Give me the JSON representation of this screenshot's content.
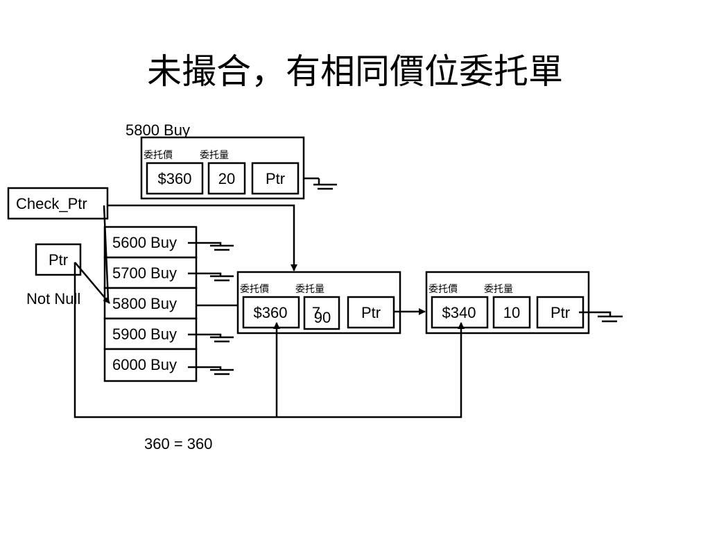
{
  "title": "未撮合，有相同價位委托單",
  "top_node": {
    "caption": "5800 Buy",
    "header_price": "委托價",
    "header_qty": "委托量",
    "price": "$360",
    "qty": "20",
    "ptr": "Ptr"
  },
  "check_ptr": "Check_Ptr",
  "ptr_box": "Ptr",
  "not_null": "Not Null",
  "buy_list": [
    "5600 Buy",
    "5700 Buy",
    "5800 Buy",
    "5900 Buy",
    "6000 Buy"
  ],
  "node1": {
    "header_price": "委托價",
    "header_qty": "委托量",
    "price": "$360",
    "qty_old": "7",
    "qty_new": "90",
    "ptr": "Ptr"
  },
  "node2": {
    "header_price": "委托價",
    "header_qty": "委托量",
    "price": "$340",
    "qty": "10",
    "ptr": "Ptr"
  },
  "compare_text": "360 = 360"
}
